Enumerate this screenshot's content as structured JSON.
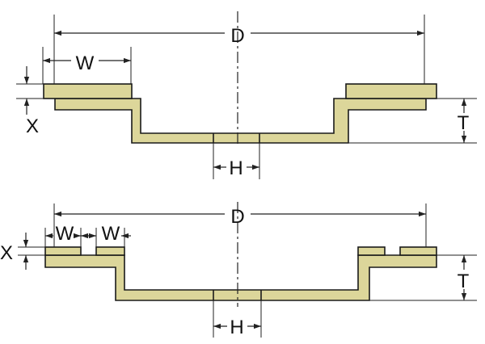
{
  "colors": {
    "part_fill": "#dcd69a",
    "line": "#1a1a1a",
    "background": "#ffffff"
  },
  "top_diagram": {
    "label_D": "D",
    "label_W": "W",
    "label_X": "X",
    "label_T": "T",
    "label_H": "H"
  },
  "bottom_diagram": {
    "label_D": "D",
    "label_W1": "W",
    "label_W2": "W",
    "label_X": "X",
    "label_T": "T",
    "label_H": "H"
  }
}
